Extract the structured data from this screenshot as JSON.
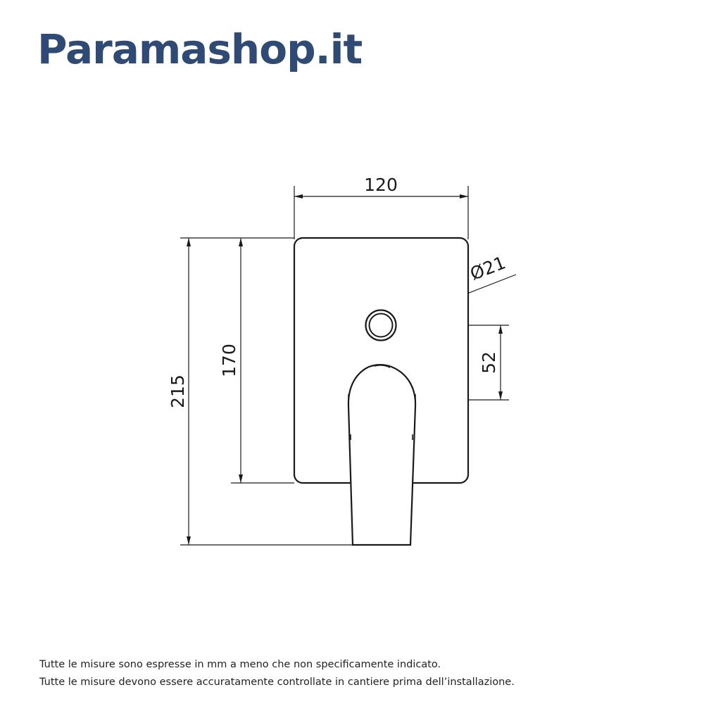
{
  "header": {
    "brand": "Paramashop.it",
    "brand_color": "#2f4a75"
  },
  "drawing": {
    "dimensions": {
      "width": "120",
      "height_plate": "170",
      "height_total": "215",
      "diameter": "Ø21",
      "spacing": "52"
    },
    "line_color": "#1a1a1a"
  },
  "footer": {
    "note_1": "Tutte le misure sono espresse in mm a meno che non specificamente indicato.",
    "note_2": "Tutte le misure devono essere accuratamente controllate in cantiere prima dell’installazione."
  }
}
